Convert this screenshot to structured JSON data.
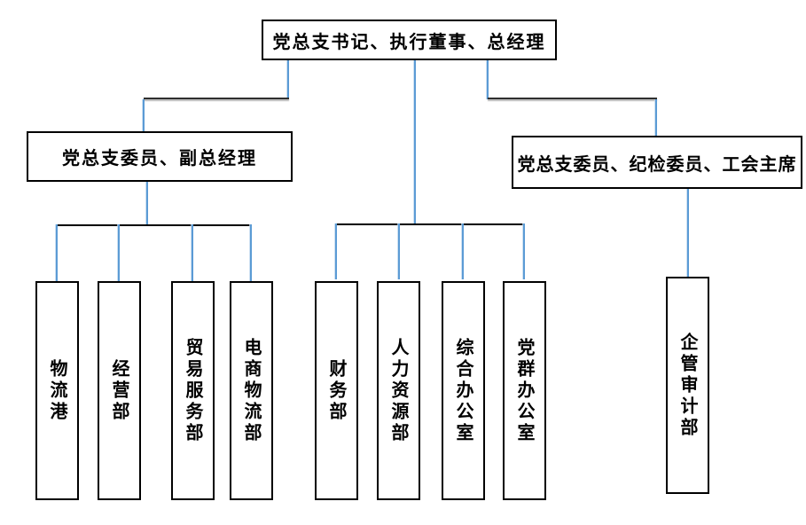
{
  "org_chart": {
    "root": "党总支书记、执行董事、总经理",
    "branches": {
      "left": {
        "head": "党总支委员、副总经理",
        "departments": [
          "物流港",
          "经营部",
          "贸易服务部",
          "电商物流部"
        ]
      },
      "center": {
        "departments": [
          "财务部",
          "人力资源部",
          "综合办公室",
          "党群办公室"
        ]
      },
      "right": {
        "head": "党总支委员、纪检委员、工会主席",
        "departments": [
          "企管审计部"
        ]
      }
    }
  },
  "colors": {
    "connector_blue": "#5B9BD5",
    "connector_blue_light": "#BDD7EE",
    "line_dark": "#2F2F2F",
    "line_black": "#000000",
    "box_border": "#000000",
    "box_fill": "#FFFFFF",
    "text": "#000000",
    "background": "#FFFFFF"
  }
}
